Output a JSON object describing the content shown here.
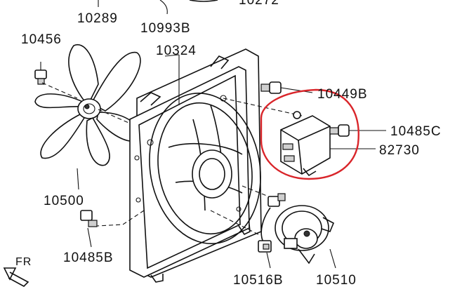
{
  "labels": {
    "p10289": "10289",
    "p10993b": "10993B",
    "p10272": "10272",
    "p10456": "10456",
    "p10324": "10324",
    "p10449b": "10449B",
    "p10485c": "10485C",
    "p82730": "82730",
    "p10500": "10500",
    "p10485b": "10485B",
    "p10516b": "10516B",
    "p10510": "10510",
    "fr": "FR"
  },
  "colors": {
    "highlight": "#d9252a",
    "ink": "#111111"
  }
}
